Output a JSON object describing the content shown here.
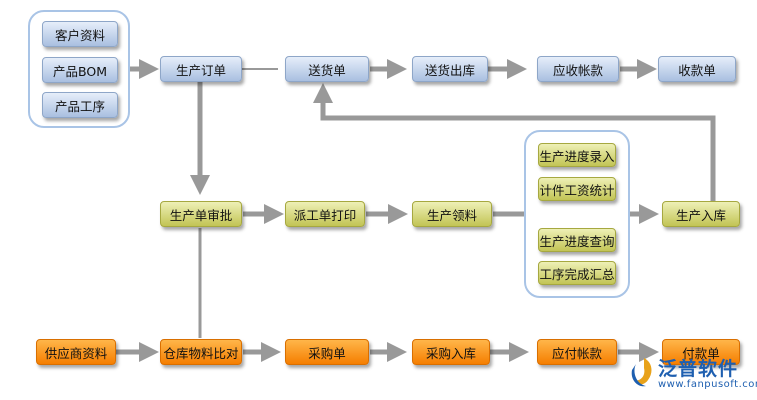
{
  "nodes": {
    "customer_info": "客户资料",
    "product_bom": "产品BOM",
    "product_process": "产品工序",
    "production_order": "生产订单",
    "delivery_note": "送货单",
    "delivery_out": "送货出库",
    "receivable": "应收帐款",
    "receipt": "收款单",
    "progress_entry": "生产进度录入",
    "piecework_wage": "计件工资统计",
    "order_approval": "生产单审批",
    "dispatch_print": "派工单打印",
    "material_pick": "生产领料",
    "production_in": "生产入库",
    "progress_query": "生产进度查询",
    "process_summary": "工序完成汇总",
    "supplier_info": "供应商资料",
    "warehouse_compare": "仓库物料比对",
    "purchase_order": "采购单",
    "purchase_in": "采购入库",
    "payable": "应付帐款",
    "payment": "付款单"
  },
  "logo": {
    "name": "泛普软件",
    "url": "www.fanpusoft.com"
  },
  "colors": {
    "blue": "#a9bfe0",
    "green": "#c2c455",
    "orange": "#f57e00",
    "arrow": "#999999"
  }
}
